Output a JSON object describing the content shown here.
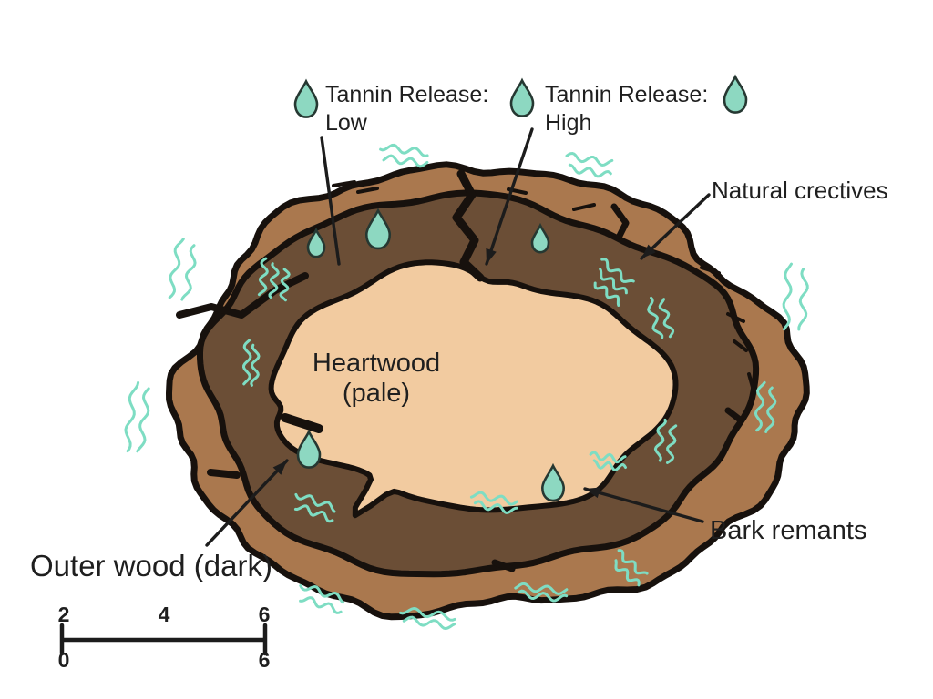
{
  "diagram": {
    "type": "wood-cross-section-illustration",
    "labels": {
      "tannin_low": {
        "line1": "Tannin Release:",
        "line2": "Low"
      },
      "tannin_high": {
        "line1": "Tannin Release:",
        "line2": "High"
      },
      "natural_crectives": "Natural crectives",
      "heartwood": {
        "line1": "Heartwood",
        "line2": "(pale)"
      },
      "outer_wood": "Outer wood (dark)",
      "bark_remnants": "Bark remants"
    },
    "scale_bar": {
      "top_ticks": [
        "2",
        "4",
        "6"
      ],
      "bottom_ticks": [
        "0",
        "6"
      ]
    },
    "icons": {
      "droplet": "tannin-droplet-icon",
      "squiggle": "aroma-wave-icon"
    },
    "colors": {
      "background": "#ffffff",
      "bark": "#aa784e",
      "outer_wood": "#6b4e36",
      "heartwood": "#f2cba0",
      "outline": "#17110d",
      "droplet_fill": "#8dd8c1",
      "droplet_outline": "#263832",
      "squiggle": "#7eddc3",
      "text": "#1f1f1f",
      "line": "#1c1c1c"
    }
  }
}
